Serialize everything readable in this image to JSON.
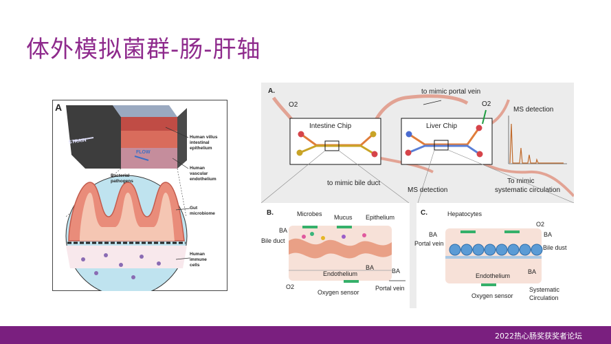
{
  "slide": {
    "title": "体外模拟菌群-肠-肝轴"
  },
  "footer": {
    "text": "2022热心肠奖获奖者论坛"
  },
  "left_panel": {
    "panel_label": "A",
    "labels": {
      "strain": "STRAIN",
      "flow": "FLOW",
      "villus": [
        "Human villus",
        "intestinal",
        "epithelium"
      ],
      "vascular": [
        "Human",
        "vascular",
        "endothelium"
      ],
      "bacterial": [
        "Bacterial",
        "pathogens"
      ],
      "microbiome": [
        "Gut",
        "microbiome"
      ],
      "immune": [
        "Human",
        "immune",
        "cells"
      ]
    }
  },
  "right_panel": {
    "panel_a": {
      "label": "A.",
      "portal_vein": "to mimic portal vein",
      "o2_left": "O2",
      "o2_right": "O2",
      "ms_detection_top": "MS detection",
      "intestine_chip": "Intestine Chip",
      "liver_chip": "Liver Chip",
      "bile_duct": "to mimic bile duct",
      "ms_detection_bottom": "MS detection",
      "systematic": [
        "To mimic",
        "systematic circulation"
      ]
    },
    "panel_b": {
      "label": "B.",
      "microbes": "Microbes",
      "mucus": "Mucus",
      "epithelium": "Epithelium",
      "ba_in": "BA",
      "bile_duct": "Bile duct",
      "endothelium": "Endothelium",
      "ba_out": "BA",
      "ba_right": "BA",
      "o2": "O2",
      "oxygen_sensor": "Oxygen sensor",
      "portal_vein": "Portal vein"
    },
    "panel_c": {
      "label": "C.",
      "hepatocytes": "Hepatocytes",
      "o2": "O2",
      "ba_in": "BA",
      "portal_vein": "Portal vein",
      "ba_out": "BA",
      "bile_dust": "Bile dust",
      "endothelium": "Endothelium",
      "ba_bottom": "BA",
      "oxygen_sensor": "Oxygen sensor",
      "systematic": [
        "Systematic",
        "Circulation"
      ]
    }
  }
}
